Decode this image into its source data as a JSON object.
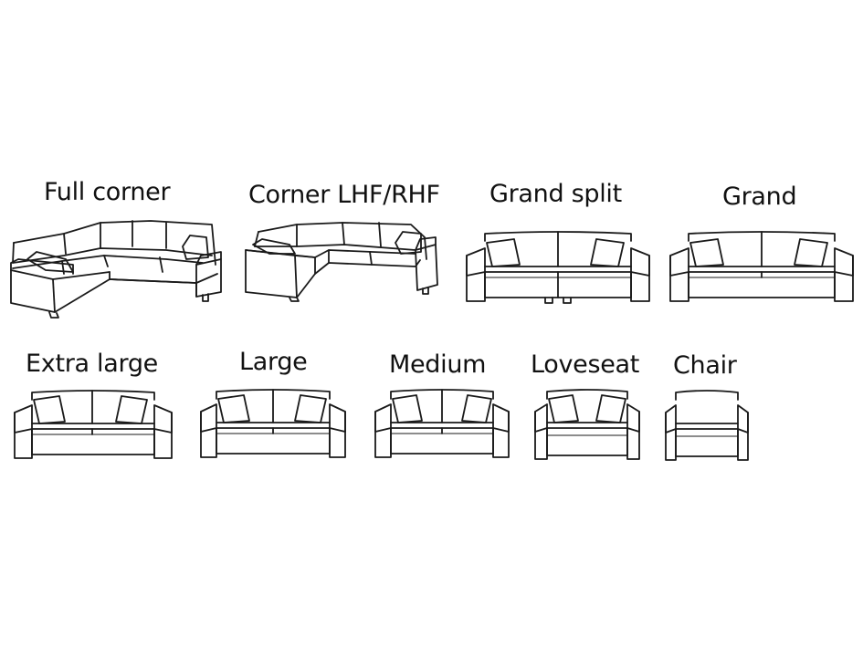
{
  "sizes": [
    {
      "label": "Full corner",
      "illustration": "corner-sofa"
    },
    {
      "label": "Corner LHF/RHF",
      "illustration": "corner-sofa"
    },
    {
      "label": "Grand split",
      "illustration": "split-sofa"
    },
    {
      "label": "Grand",
      "illustration": "sofa"
    },
    {
      "label": "Extra large",
      "illustration": "sofa"
    },
    {
      "label": "Large",
      "illustration": "sofa"
    },
    {
      "label": "Medium",
      "illustration": "sofa"
    },
    {
      "label": "Loveseat",
      "illustration": "sofa"
    },
    {
      "label": "Chair",
      "illustration": "armchair"
    }
  ]
}
